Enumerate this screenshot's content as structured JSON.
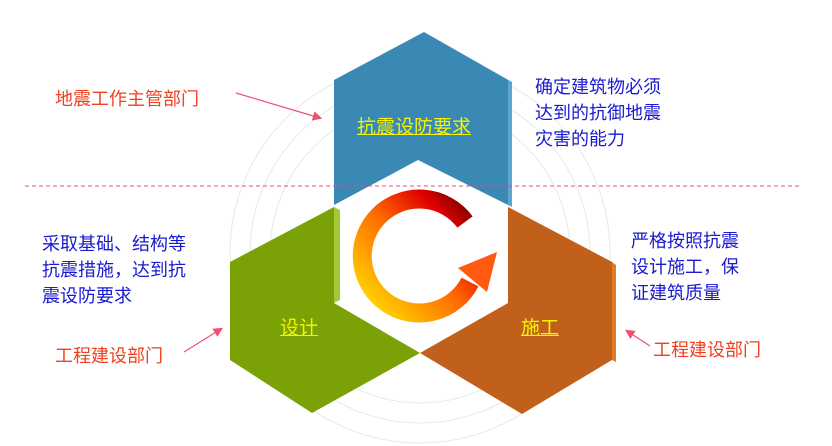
{
  "center": {
    "top_label": "抗震设防要求",
    "left_label": "设计",
    "right_label": "施工"
  },
  "notes": {
    "top_left_dept": "地震工作主管部门",
    "top_right_desc": [
      "确定建筑物必须",
      "达到的抗御地震",
      "灾害的能力"
    ],
    "left_desc": [
      "采取基础、结构等",
      "抗震措施，达到抗",
      "震设防要求"
    ],
    "left_dept": "工程建设部门",
    "right_desc": [
      "严格按照抗震",
      "设计施工，保",
      "证建筑质量"
    ],
    "right_dept": "工程建设部门"
  },
  "colors": {
    "top_hex": "#3a88b4",
    "left_hex": "#7aa106",
    "right_hex": "#c0601a",
    "dept_text": "#f0401e",
    "desc_text": "#1a1ad0",
    "hex_label": "#f4f400"
  },
  "icons": {
    "cycle": "circular-arrow-icon"
  }
}
